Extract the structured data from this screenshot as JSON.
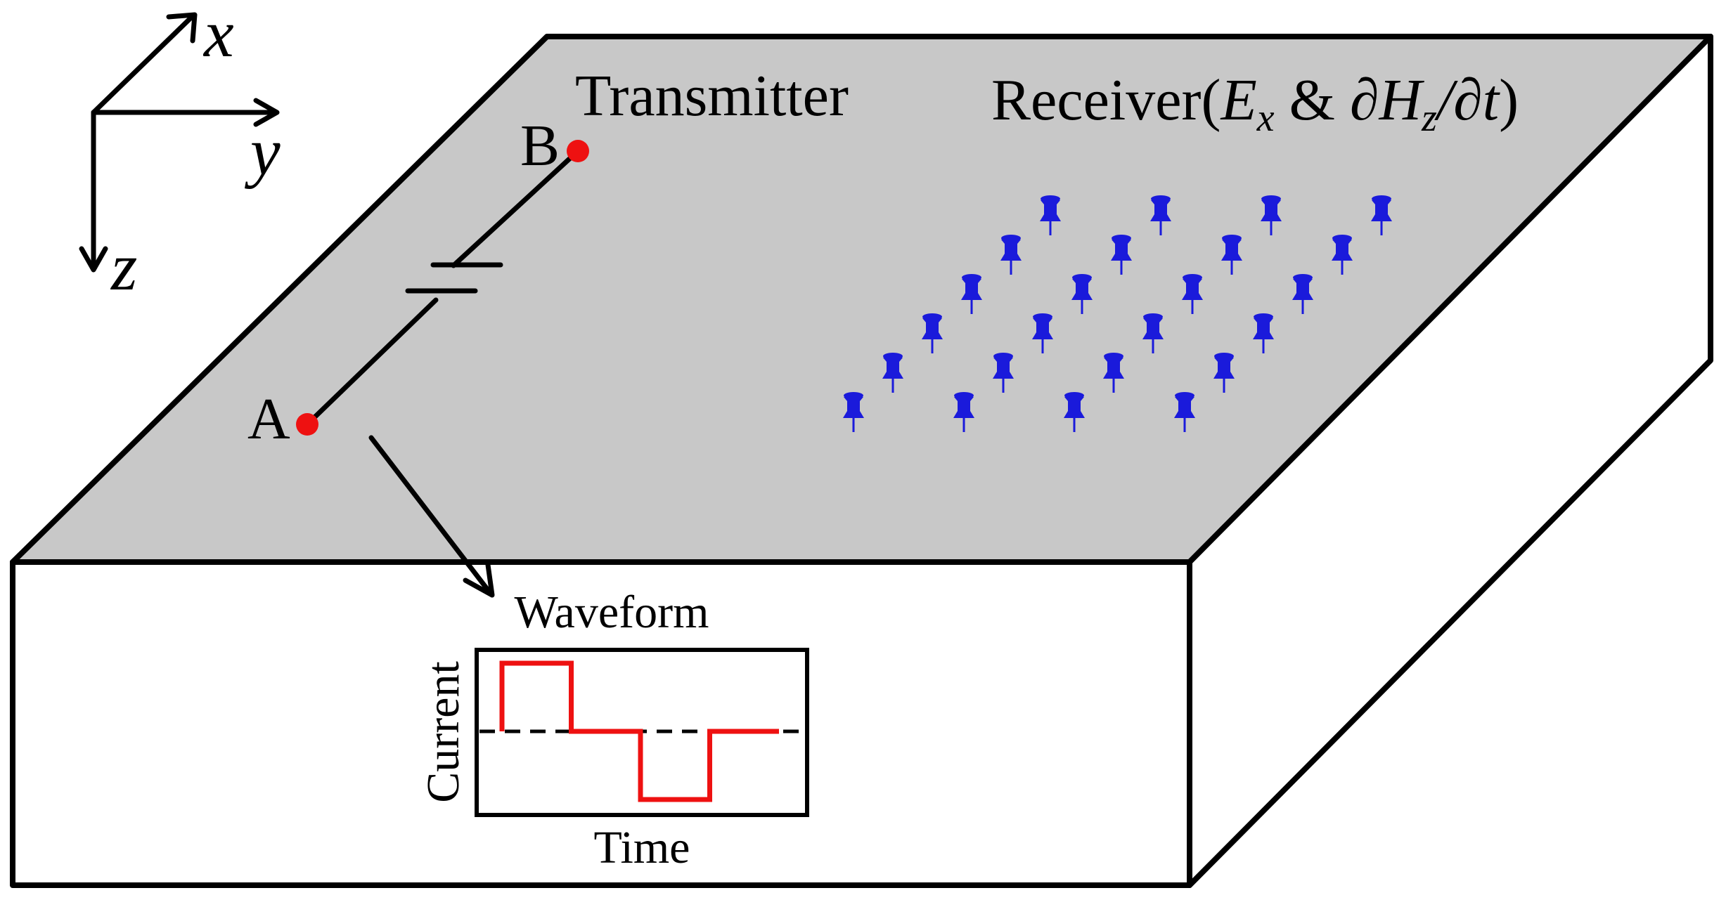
{
  "axes": {
    "x_label": "x",
    "y_label": "y",
    "z_label": "z"
  },
  "transmitter": {
    "title": "Transmitter",
    "endpoint_a": "A",
    "endpoint_b": "B"
  },
  "receiver": {
    "title_prefix": "Receiver(",
    "e_symbol": "E",
    "e_subscript": "x",
    "amp": " & ",
    "partial1": "∂H",
    "h_subscript": "z",
    "partial2": "/∂t",
    "title_suffix": ")",
    "grid_rows": 4,
    "grid_cols": 6
  },
  "waveform": {
    "title": "Waveform",
    "ylabel": "Current",
    "xlabel": "Time",
    "levels": [
      0,
      1,
      1,
      0,
      0,
      -1,
      -1,
      0,
      0
    ],
    "times": [
      0,
      0,
      1,
      1,
      2,
      2,
      3,
      3,
      4
    ]
  },
  "colors": {
    "surface": "#c8c8c8",
    "electrode": "#ee1111",
    "receiver": "#1a1adb",
    "waveform": "#ee1111",
    "hidden_edge": "#b4b4b4"
  }
}
